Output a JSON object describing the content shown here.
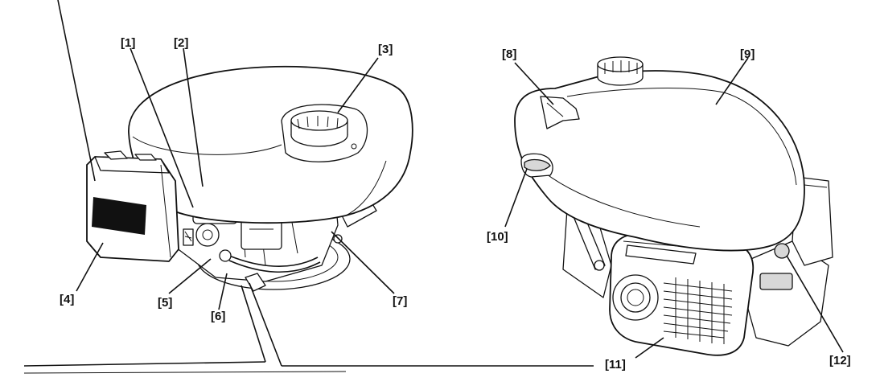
{
  "diagram": {
    "callouts": [
      "[1]",
      "[2]",
      "[3]",
      "[4]",
      "[5]",
      "[6]",
      "[7]",
      "[8]",
      "[9]",
      "[10]",
      "[11]",
      "[12]"
    ]
  }
}
